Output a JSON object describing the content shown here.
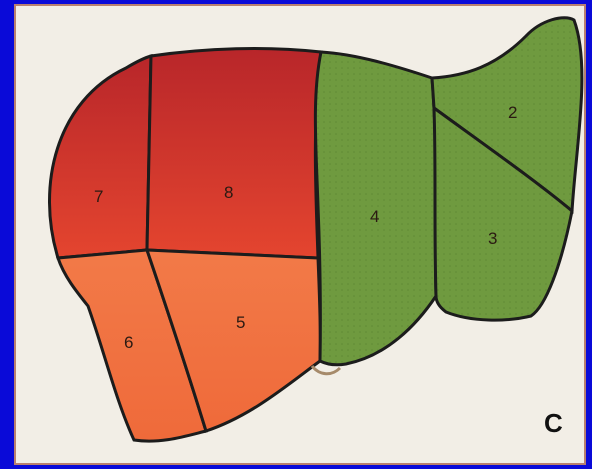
{
  "figure": {
    "panel_label": "C",
    "segments": [
      {
        "id": "7",
        "label": "7"
      },
      {
        "id": "8",
        "label": "8"
      },
      {
        "id": "6",
        "label": "6"
      },
      {
        "id": "5",
        "label": "5"
      },
      {
        "id": "4",
        "label": "4"
      },
      {
        "id": "2",
        "label": "2"
      },
      {
        "id": "3",
        "label": "3"
      }
    ]
  },
  "colors": {
    "background": "#0a0ad8",
    "panel": "#f2eee6",
    "red_top": "#b8262a",
    "red_bottom": "#e4452f",
    "orange_top": "#f27a48",
    "orange_bottom": "#ef6a3a",
    "green": "#6f9a3f",
    "outline": "#1c1c1c"
  }
}
